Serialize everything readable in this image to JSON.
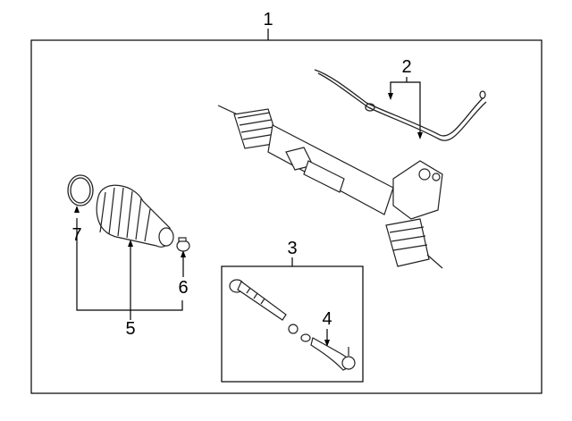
{
  "diagram": {
    "callouts": [
      "1",
      "2",
      "3",
      "4",
      "5",
      "6",
      "7"
    ]
  }
}
